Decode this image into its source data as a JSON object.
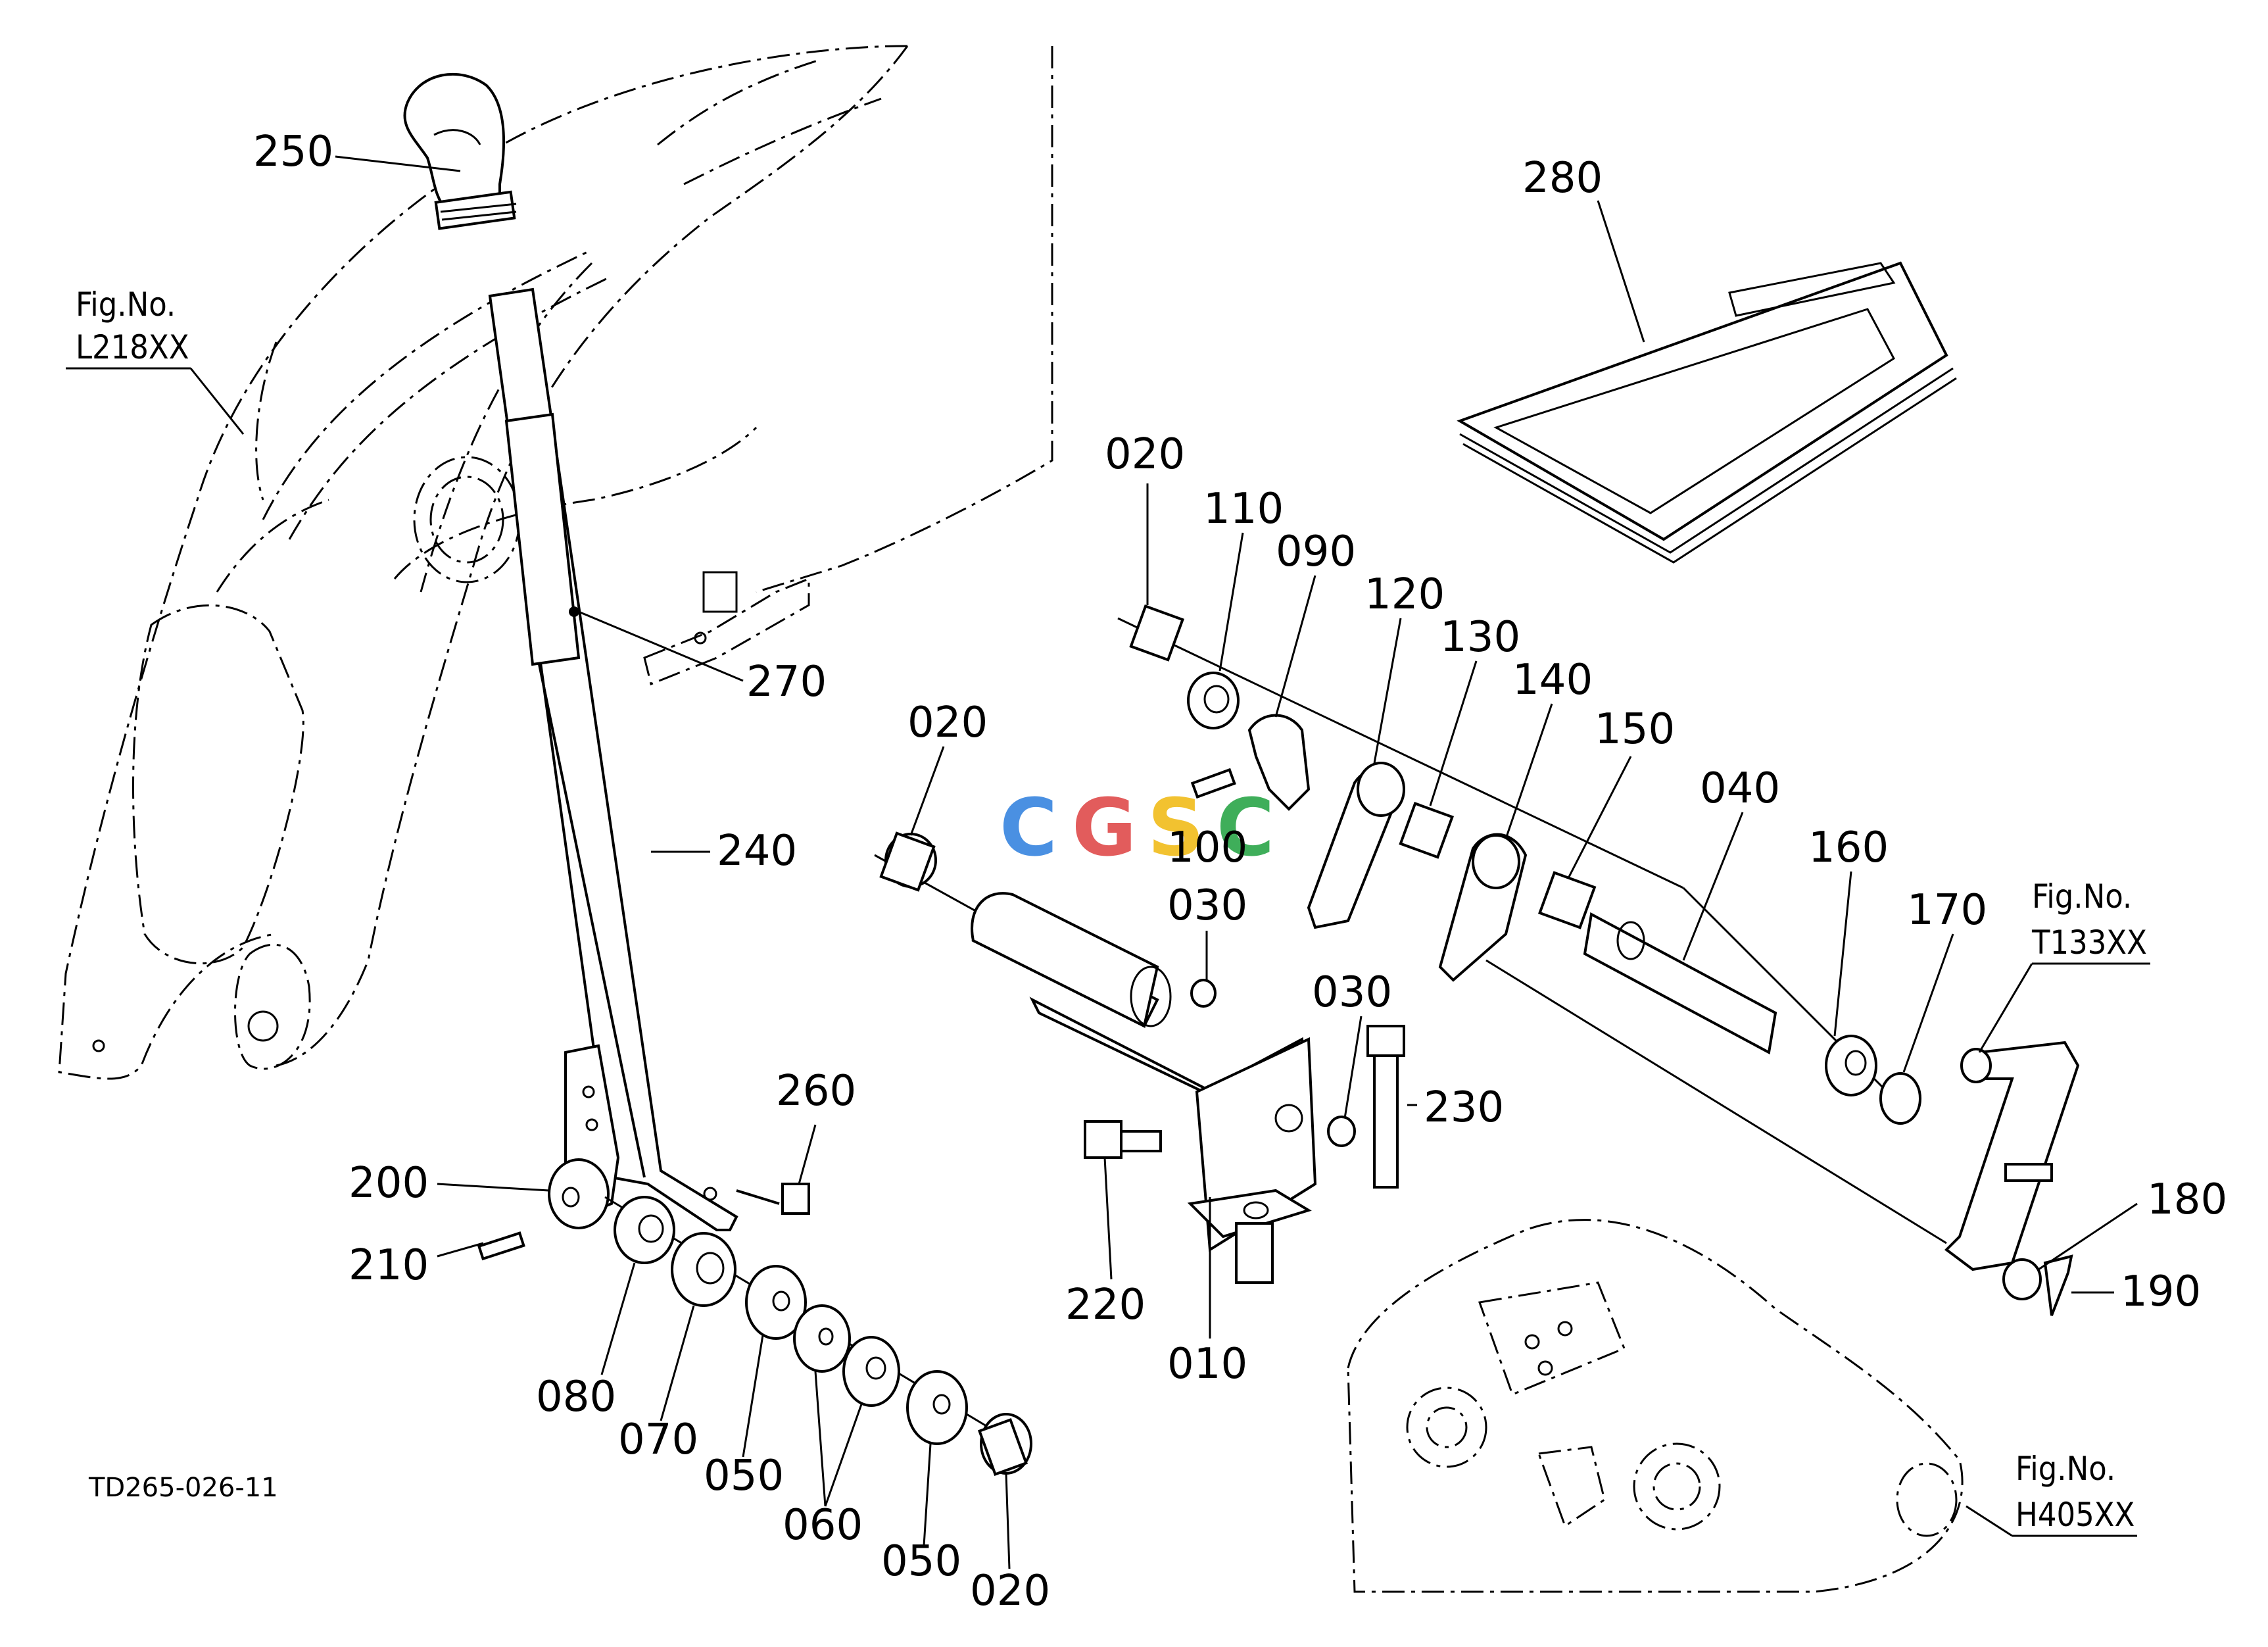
{
  "document_id": "TD265-026-11",
  "watermark": {
    "letters": [
      "C",
      "G",
      "S",
      "C"
    ],
    "colors": [
      "#4a90e2",
      "#e25c5c",
      "#f2c230",
      "#3fae5a"
    ]
  },
  "figure_refs": [
    {
      "line1": "Fig.No.",
      "line2": "L218XX"
    },
    {
      "line1": "Fig.No.",
      "line2": "T133XX"
    },
    {
      "line1": "Fig.No.",
      "line2": "H405XX"
    }
  ],
  "parts": {
    "p250": "250",
    "p280": "280",
    "p270": "270",
    "p240": "240",
    "p260": "260",
    "p200": "200",
    "p210": "210",
    "p080": "080",
    "p070": "070",
    "p050a": "050",
    "p060": "060",
    "p050b": "050",
    "p020a": "020",
    "p020b": "020",
    "p020c": "020",
    "p110": "110",
    "p090": "090",
    "p120": "120",
    "p130": "130",
    "p140": "140",
    "p150": "150",
    "p040": "040",
    "p160": "160",
    "p170": "170",
    "p100": "100",
    "p030a": "030",
    "p030b": "030",
    "p230": "230",
    "p220": "220",
    "p010": "010",
    "p180": "180",
    "p190": "190"
  }
}
